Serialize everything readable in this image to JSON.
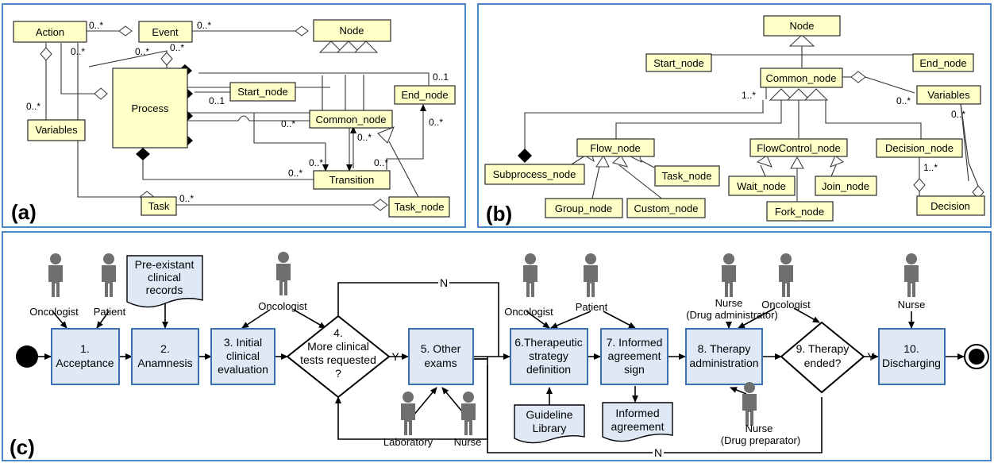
{
  "panel_a": {
    "label": "(a)",
    "classes": {
      "action": "Action",
      "event": "Event",
      "node": "Node",
      "process": "Process",
      "variables": "Variables",
      "start_node": "Start_node",
      "end_node": "End_node",
      "common_node": "Common_node",
      "transition": "Transition",
      "task": "Task",
      "task_node": "Task_node"
    },
    "mult": {
      "action_event": "0..*",
      "event_node": "0..*",
      "action_proc": "0..*",
      "event_proc1": "0..*",
      "event_proc2": "0..*",
      "variables": "0..*",
      "start": "0..1",
      "end": "0..1",
      "common": "0..*",
      "common_t1": "0..*",
      "common_t2": "0..*",
      "transition": "0..*",
      "trans_end": "0..*",
      "task_t": "0..*",
      "task": "0..*"
    }
  },
  "panel_b": {
    "label": "(b)",
    "classes": {
      "node": "Node",
      "start_node": "Start_node",
      "end_node": "End_node",
      "common_node": "Common_node",
      "variables": "Variables",
      "flow_node": "Flow_node",
      "flowcontrol_node": "FlowControl_node",
      "decision_node": "Decision_node",
      "subprocess_node": "Subprocess_node",
      "task_node": "Task_node",
      "group_node": "Group_node",
      "custom_node": "Custom_node",
      "wait_node": "Wait_node",
      "join_node": "Join_node",
      "fork_node": "Fork_node",
      "decision": "Decision"
    },
    "mult": {
      "common_sub": "1..*",
      "common_var": "0..*",
      "var": "0..*",
      "dec": "1..*"
    }
  },
  "panel_c": {
    "label": "(c)",
    "steps": {
      "s1": [
        "1.",
        "Acceptance"
      ],
      "s2": [
        "2.",
        "Anamnesis"
      ],
      "s3": [
        "3. Initial",
        "clinical",
        "evaluation"
      ],
      "s4": [
        "4.",
        "More clinical",
        "tests requested",
        "?"
      ],
      "s5": [
        "5. Other",
        "exams"
      ],
      "s6": [
        "6.Therapeutic",
        "strategy",
        "definition"
      ],
      "s7": [
        "7. Informed",
        "agreement",
        "sign"
      ],
      "s8": [
        "8. Therapy",
        "administration"
      ],
      "s9": [
        "9. Therapy",
        "ended?"
      ],
      "s10": [
        "10.",
        "Discharging"
      ]
    },
    "docs": {
      "records": [
        "Pre-existant",
        "clinical",
        "records"
      ],
      "library": [
        "Guideline",
        "Library"
      ],
      "agreement": [
        "Informed",
        "agreement"
      ]
    },
    "actors": {
      "oncologist1": "Oncologist",
      "patient1": "Patient",
      "oncologist2": "Oncologist",
      "laboratory": "Laboratory",
      "nurse1": "Nurse",
      "oncologist3": "Oncologist",
      "patient2": "Patient",
      "nurse_admin1": "Nurse",
      "nurse_admin2": "(Drug administrator)",
      "oncologist4": "Oncologist",
      "nurse_prep1": "Nurse",
      "nurse_prep2": "(Drug preparator)",
      "nurse3": "Nurse"
    },
    "branch": {
      "yes1": "Y",
      "no1": "N",
      "yes2": "Y",
      "no2": "N"
    }
  }
}
